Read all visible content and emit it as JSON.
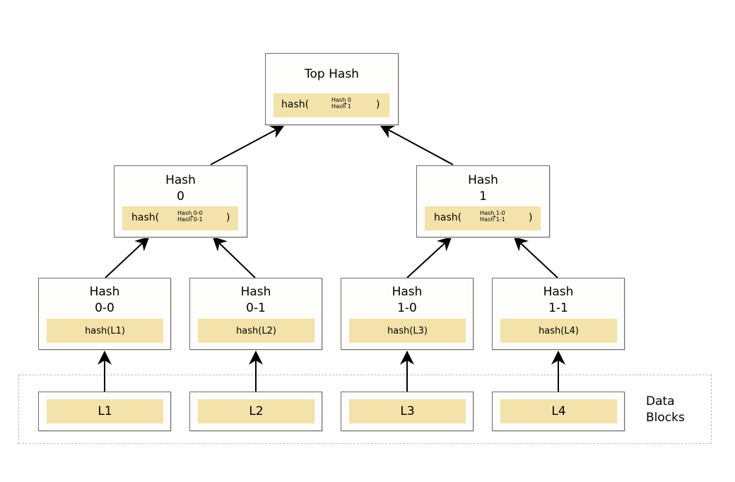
{
  "top_hash": {
    "title": "Top Hash",
    "fn": "hash(",
    "arg1": "Hash 0",
    "plus": "+",
    "arg2": "Hash 1",
    "close": ")"
  },
  "hash_0": {
    "title_line1": "Hash",
    "title_line2": "0",
    "fn": "hash(",
    "arg1": "Hash 0-0",
    "plus": "+",
    "arg2": "Hash 0-1",
    "close": ")"
  },
  "hash_1": {
    "title_line1": "Hash",
    "title_line2": "1",
    "fn": "hash(",
    "arg1": "Hash 1-0",
    "plus": "+",
    "arg2": "Hash 1-1",
    "close": ")"
  },
  "hash_0_0": {
    "title_line1": "Hash",
    "title_line2": "0-0",
    "formula": "hash(L1)"
  },
  "hash_0_1": {
    "title_line1": "Hash",
    "title_line2": "0-1",
    "formula": "hash(L2)"
  },
  "hash_1_0": {
    "title_line1": "Hash",
    "title_line2": "1-0",
    "formula": "hash(L3)"
  },
  "hash_1_1": {
    "title_line1": "Hash",
    "title_line2": "1-1",
    "formula": "hash(L4)"
  },
  "data_blocks": {
    "label_line1": "Data",
    "label_line2": "Blocks",
    "items": [
      "L1",
      "L2",
      "L3",
      "L4"
    ]
  },
  "colors": {
    "formula_fill": "#f3e2a9",
    "node_border": "#6e6e6e",
    "dashed_frame": "#bdbdbd",
    "arrow": "#000000"
  }
}
